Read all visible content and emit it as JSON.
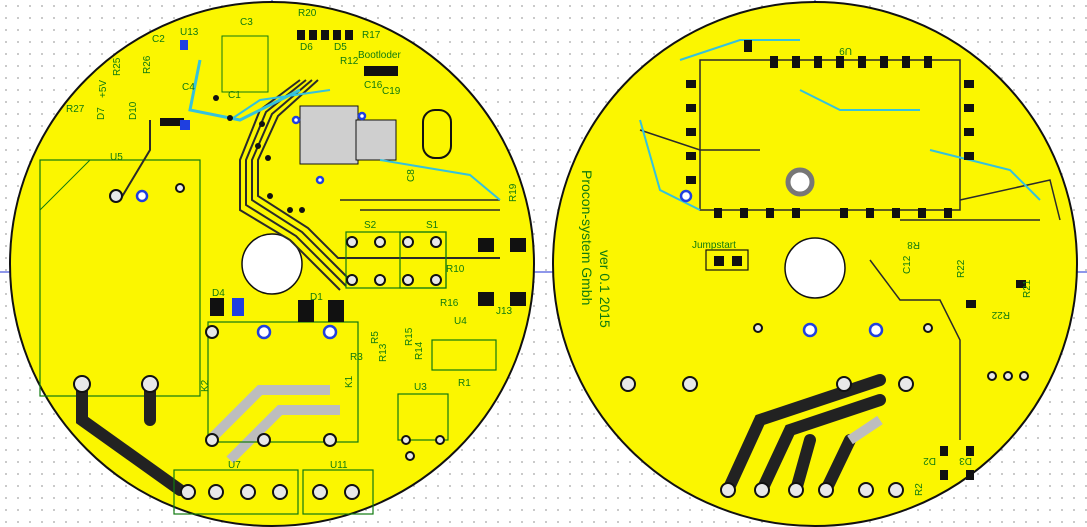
{
  "board_left": {
    "components": {
      "u13": "U13",
      "c3": "C3",
      "r20": "R20",
      "r17": "R17",
      "d6": "D6",
      "d5": "D5",
      "bootloader": "Bootloder",
      "r12": "R12",
      "c2": "C2",
      "r25": "R25",
      "r26": "R26",
      "c16": "C16",
      "c19": "C19",
      "c4": "C4",
      "c1": "C1",
      "plus5v": "+5V",
      "r27": "R27",
      "d7": "D7",
      "d10": "D10",
      "u5": "U5",
      "r19": "R19",
      "s2": "S2",
      "s1": "S1",
      "r10": "R10",
      "d4": "D4",
      "d1": "D1",
      "r16": "R16",
      "j13": "J13",
      "r5": "R5",
      "r13": "R13",
      "r15": "R15",
      "u4": "U4",
      "r3": "R3",
      "r14": "R14",
      "k2": "K2",
      "k1": "K1",
      "u3": "U3",
      "r1": "R1",
      "u7": "U7",
      "u11": "U11",
      "c8": "C8"
    }
  },
  "board_right": {
    "components": {
      "u9": "U9",
      "jumpstart": "Jumpstart",
      "r8": "R8",
      "c12": "C12",
      "r21": "R21",
      "r22": "R22",
      "d2": "D2",
      "d3": "D3",
      "r2": "R2",
      "r22b": "R22"
    },
    "silkscreen_text": [
      "Procon-system Gmbh",
      "ver 0.1 2015"
    ]
  },
  "colors": {
    "board": "#fbf600",
    "outline": "#111111",
    "silkscreen": "#0f7a0f",
    "track_top": "#2a2a2a",
    "track_bottom": "#35c2dc",
    "via": "#1f3fe0",
    "pad": "#e8e8e8",
    "crosshair": "#1d2fd6"
  }
}
